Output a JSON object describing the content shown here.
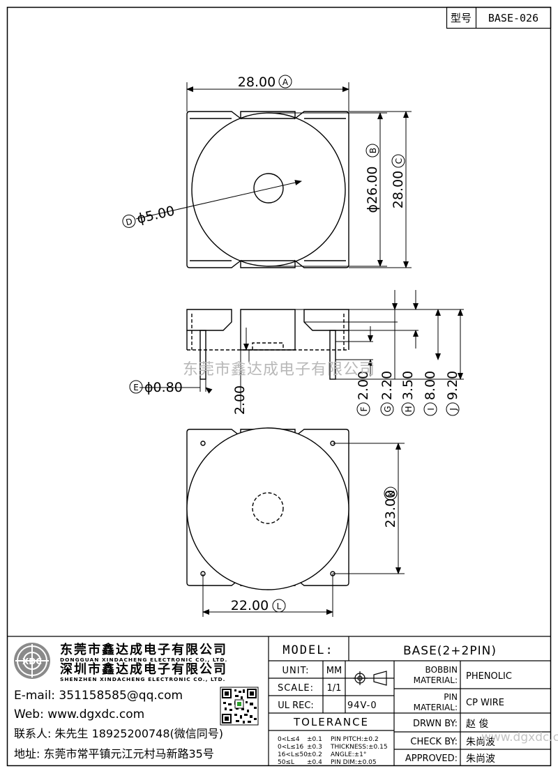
{
  "model_box": {
    "label": "型号",
    "value": "BASE-026"
  },
  "top_view": {
    "dim_a": {
      "text": "28.00",
      "letter": "A"
    },
    "dim_b": {
      "text": "ϕ26.00",
      "letter": "B"
    },
    "dim_c": {
      "text": "28.00",
      "letter": "C"
    },
    "dim_d": {
      "text": "ϕ5.00",
      "letter": "D"
    }
  },
  "side_view": {
    "dim_e": {
      "text": "ϕ0.80",
      "letter": "E"
    },
    "dim_pin": {
      "text": "2.00"
    },
    "dim_f": {
      "text": "2.00",
      "letter": "F"
    },
    "dim_g": {
      "text": "2.20",
      "letter": "G"
    },
    "dim_h": {
      "text": "3.50",
      "letter": "H"
    },
    "dim_i": {
      "text": "8.00",
      "letter": "I"
    },
    "dim_j": {
      "text": "9.20",
      "letter": "J"
    }
  },
  "bottom_view": {
    "dim_k": {
      "text": "23.00",
      "letter": "K"
    },
    "dim_l": {
      "text": "22.00",
      "letter": "L"
    }
  },
  "watermark": "东莞市鑫达成电子有限公司",
  "watermark2": "www.dgxdc.com",
  "company": {
    "name_cn_1": "东莞市鑫达成电子有限公司",
    "name_en_1": "DONGGUAN XINDACHENG ELECTRONIC CO., LTD.",
    "name_cn_2": "深圳市鑫达成电子有限公司",
    "name_en_2": "SHENZHEN XINDACHENG ELECTRONIC CO., LTD.",
    "email": "E-mail: 351158585@qq.com",
    "web": "Web: www.dgxdc.com",
    "contact": "联系人: 朱先生 18925200748(微信同号)",
    "address": "地址: 东莞市常平镇元江元村马新路35号"
  },
  "title_block": {
    "model_label": "MODEL:",
    "model_value": "BASE(2+2PIN)",
    "unit_label": "UNIT:",
    "unit_value": "MM",
    "scale_label": "SCALE:",
    "scale_value": "1/1",
    "ulrec_label": "UL REC:",
    "ulrec_value": "94V-0",
    "bobbin_label_1": "BOBBIN",
    "bobbin_label_2": "MATERIAL:",
    "bobbin_value": "PHENOLIC",
    "pin_label_1": "PIN",
    "pin_label_2": "MATERIAL:",
    "pin_value": "CP WIRE",
    "tolerance_title": "TOLERANCE",
    "tol_rows": [
      {
        "range": "0<L≤4",
        "tol": "±0.1",
        "spec": "PIN PITCH:±0.2"
      },
      {
        "range": "0<L≤16",
        "tol": "±0.3",
        "spec": "THICKNESS:±0.15"
      },
      {
        "range": "16<L≤50",
        "tol": "±0.2",
        "spec": "ANGLE:±1°"
      },
      {
        "range": "50≤L",
        "tol": "±0.4",
        "spec": "PIN DIM:±0.05"
      }
    ],
    "drawn_label": "DRWN BY:",
    "drawn_value": "赵 俊",
    "check_label": "CHECK BY:",
    "check_value": "朱尚波",
    "approved_label": "APPROVED:",
    "approved_value": "朱尚波"
  }
}
